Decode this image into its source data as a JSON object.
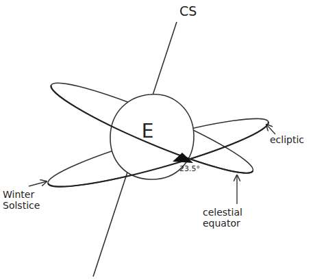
{
  "diagram": {
    "nodes": [
      {
        "text": [
          "E"
        ]
      }
    ],
    "labels": [
      "CS",
      "ecliptic",
      "Winter Solstice",
      "celestial equator",
      "23.5°"
    ]
  }
}
